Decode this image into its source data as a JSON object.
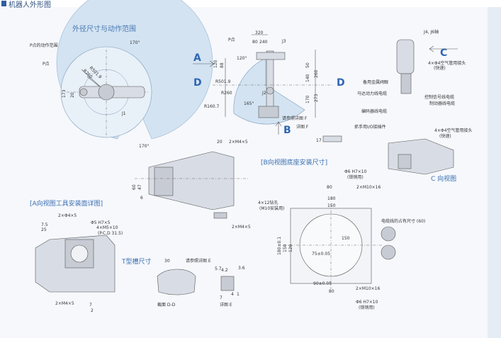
{
  "header_title": "机器人外形图",
  "sections": {
    "reach": "外径尺寸与动作范围",
    "a_view": "[A向视图工具安装面详图]",
    "b_view": "[B向视图底座安装尺寸]",
    "c_view": "C 向视图",
    "t_slot": "T型槽尺寸",
    "section_dd": "截面 D-D",
    "detail_e": "详图 E",
    "ref_e": "请参照详图 E",
    "ref_f": "请参照详图 F",
    "detail_f": "详图 F"
  },
  "arrows": {
    "a": "A",
    "b": "B",
    "c": "C",
    "d1": "D",
    "d2": "D"
  },
  "reach_labels": {
    "p_range": "P点的动作范围",
    "p_point": "P点",
    "r1": "R501.9",
    "r2": "R260",
    "a170a": "170°",
    "a170b": "170°",
    "j1": "J1",
    "d173": "173",
    "d20": "20"
  },
  "side_labels": {
    "p_point": "P点",
    "d320": "320",
    "d80": "80",
    "d240": "240",
    "j3": "J3",
    "a120": "120°",
    "r501": "R501.9",
    "r260": "R260",
    "r160": "R160.7",
    "d120": "120",
    "d88": "88",
    "d50": "50",
    "d140": "140",
    "d260": "260",
    "d273": "273",
    "d170": "170",
    "j2": "J2",
    "a165": "165°",
    "d17": "17"
  },
  "c_labels": {
    "j4j6": "J4, J6轴",
    "air": "4×Φ4空气管用接头",
    "quick": "(快速)",
    "valve": "备用金属阀眼",
    "motor_cable": "马达动力线电缆",
    "signal_cable": "控制信号线电缆",
    "encoder": "编码器线电缆",
    "brake": "制动器线电缆",
    "io": "抓手用I/O接插件",
    "air2": "4×Φ4空气管用接头",
    "quick2": "(快速)"
  },
  "mid_labels": {
    "d20": "20",
    "m4": "2×M4×5",
    "d60": "60",
    "d47": "47",
    "d6": "6",
    "m4b": "2×M4×5"
  },
  "a_labels": {
    "phi4": "2×Φ4×5",
    "d25": "25",
    "d75": "7.5",
    "m4": "4×M5×10",
    "pcd": "(P.C.D 31.5)",
    "phi5": "Φ5 H7×5",
    "m4b": "2×M4×5",
    "d7": "7",
    "d2": "2"
  },
  "t_labels": {
    "d30": "30",
    "d57": "5.7",
    "d42": "4.2",
    "d36": "3.6",
    "d4": "4",
    "d1": "1",
    "d7": "7"
  },
  "b_labels": {
    "phi6_top": "Φ6 H7×10",
    "lock_top": "(锁销用)",
    "d80": "80",
    "m10_top": "2×M10×16",
    "m12": "4×12钻孔",
    "m10_use": "(M10安装用)",
    "d180": "180",
    "d150w": "150",
    "d150": "150",
    "d180h": "180±0.1",
    "d120": "120",
    "d150h": "150",
    "d75": "75±0.05",
    "d90": "90±0.05",
    "d80b": "80",
    "m10_bot": "2×M10×16",
    "phi6_bot": "Φ6 H7×10",
    "lock_bot": "(锁销用)",
    "cable_space": "电缆线的占有尺寸 (60)"
  }
}
